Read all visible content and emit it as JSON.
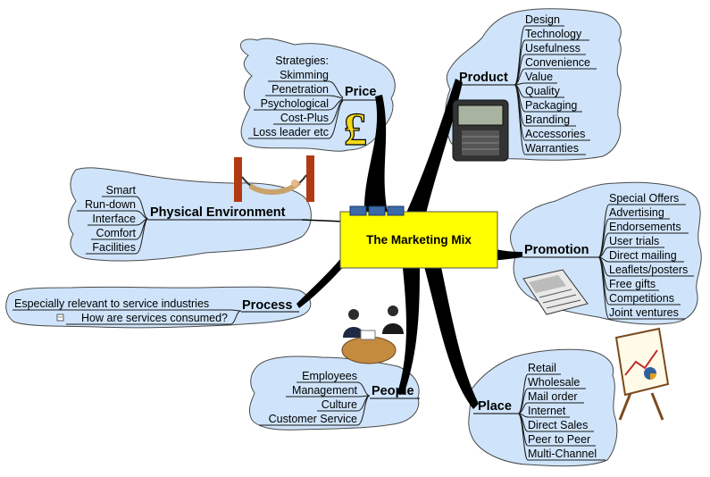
{
  "center": {
    "title": "The Marketing Mix"
  },
  "branches": {
    "price": {
      "title": "Price",
      "items": [
        "Strategies:",
        "Skimming",
        "Penetration",
        "Psychological",
        "Cost-Plus",
        "Loss leader etc"
      ],
      "icon": "pound-sign-icon"
    },
    "product": {
      "title": "Product",
      "items": [
        "Design",
        "Technology",
        "Usefulness",
        "Convenience",
        "Value",
        "Quality",
        "Packaging",
        "Branding",
        "Accessories",
        "Warranties"
      ],
      "icon": "handheld-device-icon"
    },
    "physical_environment": {
      "title": "Physical Environment",
      "items": [
        "Smart",
        "Run-down",
        "Interface",
        "Comfort",
        "Facilities"
      ],
      "icon": "hammock-icon"
    },
    "promotion": {
      "title": "Promotion",
      "items": [
        "Special Offers",
        "Advertising",
        "Endorsements",
        "User trials",
        "Direct mailing",
        "Leaflets/posters",
        "Free gifts",
        "Competitions",
        "Joint ventures"
      ],
      "icon": "newspaper-icon"
    },
    "process": {
      "title": "Process",
      "items": [
        "Especially relevant to service industries",
        "How are services consumed?"
      ],
      "icon": "note-marker-icon"
    },
    "people": {
      "title": "People",
      "items": [
        "Employees",
        "Management",
        "Culture",
        "Customer Service"
      ],
      "icon": "meeting-people-icon"
    },
    "place": {
      "title": "Place",
      "items": [
        "Retail",
        "Wholesale",
        "Mail order",
        "Internet",
        "Direct Sales",
        "Peer to Peer",
        "Multi-Channel"
      ],
      "icon": "flipchart-icon"
    }
  },
  "colors": {
    "cloud_fill": "#cfe4fb",
    "center_fill": "#ffff00",
    "trunk": "#000000"
  }
}
